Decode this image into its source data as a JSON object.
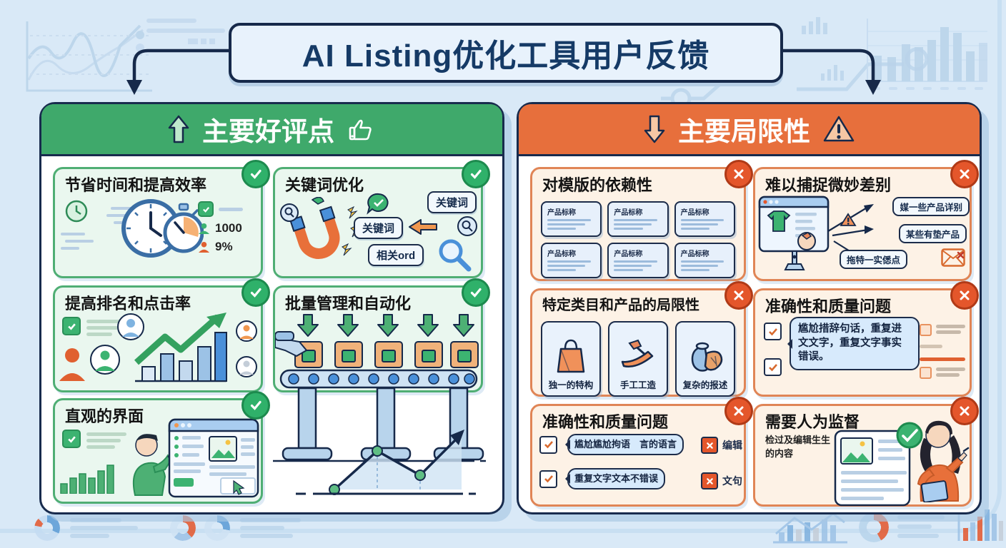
{
  "title": "AI Listing优化工具用户反馈",
  "colors": {
    "background": "#d9e9f7",
    "navy": "#16294a",
    "positive_green": "#3fa96b",
    "negative_orange": "#e76f3c",
    "badge_green": "#2fb16a",
    "badge_red": "#e4562b"
  },
  "left": {
    "header": "主要好评点",
    "cards": [
      {
        "title": "节省时间和提高效率",
        "stat_users": "1000",
        "stat_pct": "9%"
      },
      {
        "title": "关键词优化",
        "tag_top": "关键词",
        "tag_mid": "关键词",
        "tag_bottom": "相关ord"
      },
      {
        "title": "提高排名和点击率"
      },
      {
        "title": "批量管理和自动化"
      },
      {
        "title": "直观的界面"
      }
    ]
  },
  "right": {
    "header": "主要局限性",
    "cards": [
      {
        "title": "对模版的依赖性",
        "template_label": "产品标称"
      },
      {
        "title": "难以捕捉微妙差别",
        "pill_1": "媒一些产品详别",
        "pill_2": "某些有垫产品",
        "pill_3": "拖特一实僁点"
      },
      {
        "title": "特定类目和产品的局限性",
        "item_1": "独一的特构",
        "item_2": "手工工造",
        "item_3": "复杂的报述"
      },
      {
        "title": "准确性和质量问题",
        "bubble": "尴尬措辞句话，重复进文文字，重复文字事实错误。"
      },
      {
        "title": "准确性和质量问题",
        "bubble_1": "尴尬尴尬拘语　言的语言",
        "bubble_2": "重复文字文本不错误",
        "label_1": "编辑",
        "label_2": "文句"
      },
      {
        "title": "需要人为监督",
        "subtitle": "检过及编辑生生的内容"
      }
    ]
  }
}
